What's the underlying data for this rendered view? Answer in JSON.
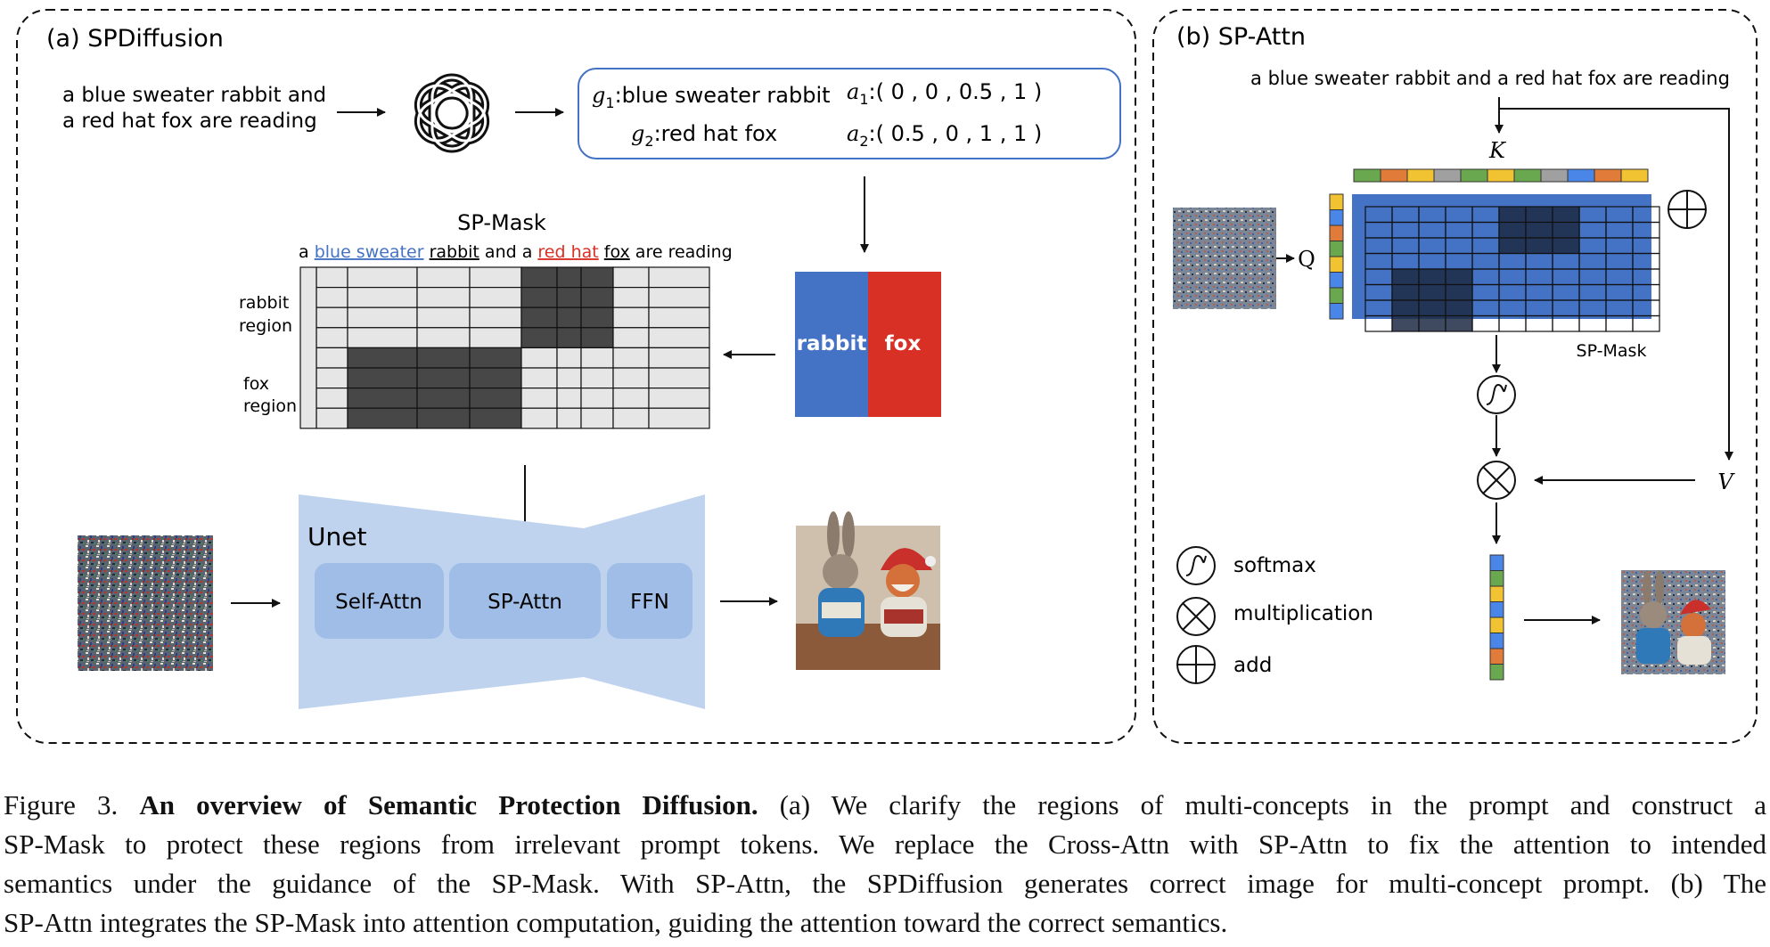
{
  "panel_a": {
    "title": "(a) SPDiffusion",
    "prompt_line1": "a blue sweater rabbit and",
    "prompt_line2": "a red hat fox are reading",
    "llm_icon": "openai-logo-icon",
    "groups": [
      {
        "g_label": "g",
        "g_sub": "1",
        "g_text": ":blue sweater rabbit",
        "a_label": "a",
        "a_sub": "1",
        "a_text": ":( 0 , 0 , 0.5 , 1 )"
      },
      {
        "g_label": "g",
        "g_sub": "2",
        "g_text": ":red hat fox",
        "a_label": "a",
        "a_sub": "2",
        "a_text": ":( 0.5 , 0 , 1 , 1 )"
      }
    ],
    "sp_mask": {
      "title": "SP-Mask",
      "prompt_tokens": [
        {
          "text": "a ",
          "style": "plain"
        },
        {
          "text": "blue sweater",
          "style": "blue-underline"
        },
        {
          "text": " ",
          "style": "plain"
        },
        {
          "text": "rabbit",
          "style": "black-underline"
        },
        {
          "text": " and a ",
          "style": "plain"
        },
        {
          "text": "red hat",
          "style": "red-underline"
        },
        {
          "text": " ",
          "style": "plain"
        },
        {
          "text": "fox",
          "style": "black-underline"
        },
        {
          "text": " are reading",
          "style": "plain"
        }
      ],
      "row_label_rabbit_1": "rabbit",
      "row_label_rabbit_2": "region",
      "row_label_fox_1": "fox",
      "row_label_fox_2": "region"
    },
    "region_rabbit": "rabbit",
    "region_fox": "fox",
    "unet": {
      "title": "Unet",
      "blocks": [
        "Self-Attn",
        "SP-Attn",
        "FFN"
      ]
    }
  },
  "panel_b": {
    "title": "(b) SP-Attn",
    "prompt": "a blue sweater rabbit and a red hat fox are reading",
    "k_label": "K",
    "q_label": "Q",
    "v_label": "V",
    "mask_label": "SP-Mask",
    "legend": [
      {
        "icon": "softmax-icon",
        "label": "softmax"
      },
      {
        "icon": "multiplication-icon",
        "label": "multiplication"
      },
      {
        "icon": "add-icon",
        "label": "add"
      }
    ]
  },
  "colors": {
    "blue": "#4472c4",
    "red": "#d93025",
    "token_colors": [
      "#6aa84f",
      "#e07b39",
      "#f1c232",
      "#a0a0a0",
      "#4a86e8"
    ],
    "unet_fill": "#bfd3ee",
    "unet_block": "#9fbde6",
    "mask_dark": "#474747",
    "mask_light": "#e6e6e6"
  },
  "caption": {
    "prefix": "Figure 3.",
    "bold": "An overview of Semantic Protection Diffusion.",
    "line1_rest": "(a) We clarify the regions of multi-concepts in the prompt and construct a",
    "line2": "SP-Mask to protect these regions from irrelevant prompt tokens. We replace the Cross-Attn with SP-Attn to fix the attention to intended",
    "line3": "semantics under the guidance of the SP-Mask. With SP-Attn, the SPDiffusion generates correct image for multi-concept prompt. (b) The",
    "line4": "SP-Attn integrates the SP-Mask into attention computation, guiding the attention toward the correct semantics."
  }
}
